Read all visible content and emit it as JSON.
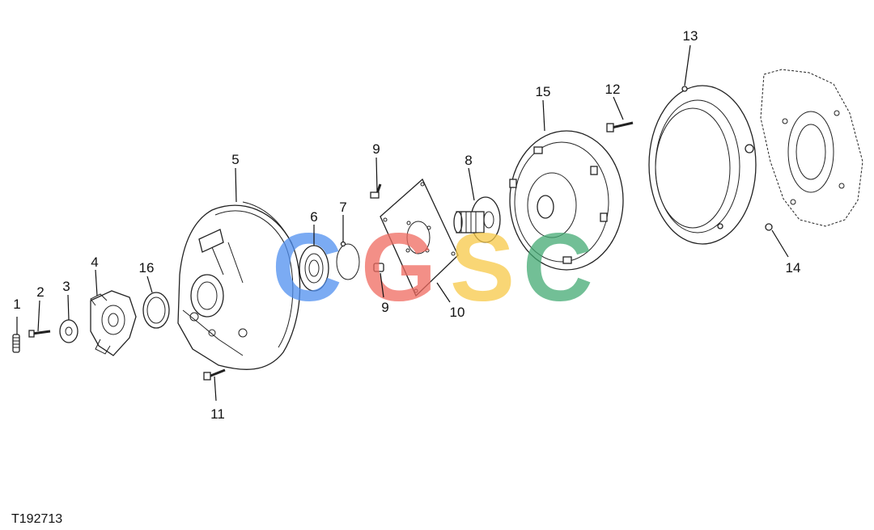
{
  "figure_id": "T192713",
  "watermark": {
    "letters": [
      "C",
      "G",
      "S",
      "C"
    ],
    "colors": [
      "#4f8ff0",
      "#ef6a60",
      "#f7c948",
      "#43aa73"
    ]
  },
  "callouts": [
    "1",
    "2",
    "3",
    "4",
    "16",
    "5",
    "11",
    "6",
    "7",
    "9",
    "9",
    "10",
    "8",
    "15",
    "12",
    "13",
    "14"
  ]
}
